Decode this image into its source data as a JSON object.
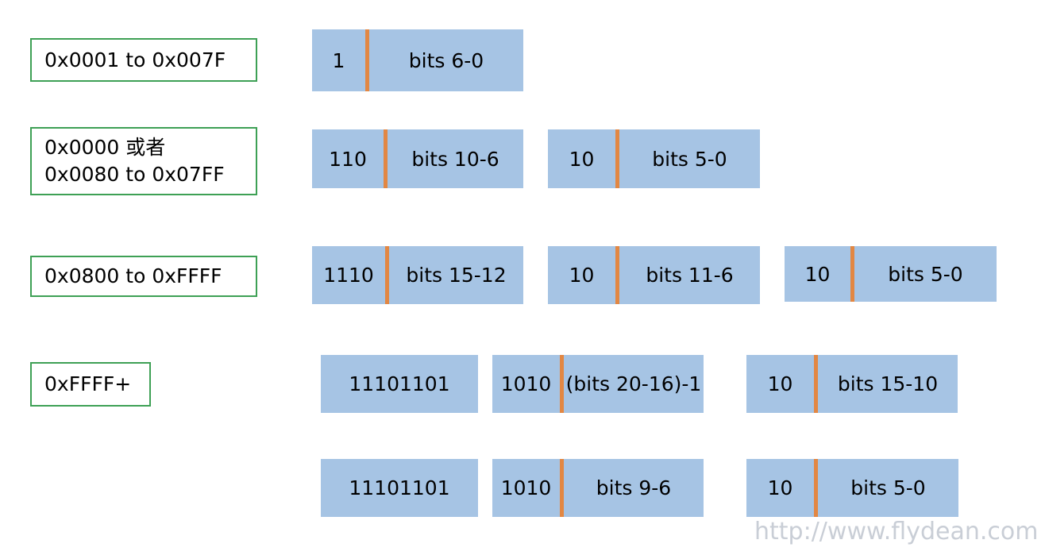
{
  "diagram": {
    "title": "UTF-8 / Modified UTF-8 encoding byte layout",
    "colors": {
      "block_fill": "#A6C4E4",
      "divider": "#E28743",
      "label_border": "#3EA055",
      "background": "#FFFFFF",
      "watermark": "#C9CED6",
      "text": "#000000"
    }
  },
  "rows": [
    {
      "label": {
        "lines": [
          "0x0001 to 0x007F"
        ]
      },
      "blocks": [
        {
          "prefix": "1",
          "payload": "bits 6-0"
        }
      ]
    },
    {
      "label": {
        "lines": [
          "0x0000 或者",
          "0x0080 to 0x07FF"
        ]
      },
      "blocks": [
        {
          "prefix": "110",
          "payload": "bits 10-6"
        },
        {
          "prefix": "10",
          "payload": "bits 5-0"
        }
      ]
    },
    {
      "label": {
        "lines": [
          "0x0800 to 0xFFFF"
        ]
      },
      "blocks": [
        {
          "prefix": "1110",
          "payload": "bits 15-12"
        },
        {
          "prefix": "10",
          "payload": "bits 11-6"
        },
        {
          "prefix": "10",
          "payload": "bits 5-0"
        }
      ]
    },
    {
      "label": {
        "lines": [
          "0xFFFF+"
        ]
      },
      "blocks": [
        {
          "prefix": "11101101",
          "payload": ""
        },
        {
          "prefix": "1010",
          "payload": "(bits 20-16)-1"
        },
        {
          "prefix": "10",
          "payload": "bits 15-10"
        }
      ]
    },
    {
      "label": {
        "lines": []
      },
      "blocks": [
        {
          "prefix": "11101101",
          "payload": ""
        },
        {
          "prefix": "1010",
          "payload": "bits 9-6"
        },
        {
          "prefix": "10",
          "payload": "bits 5-0"
        }
      ]
    }
  ],
  "watermark": {
    "text": "http://www.flydean.com"
  }
}
